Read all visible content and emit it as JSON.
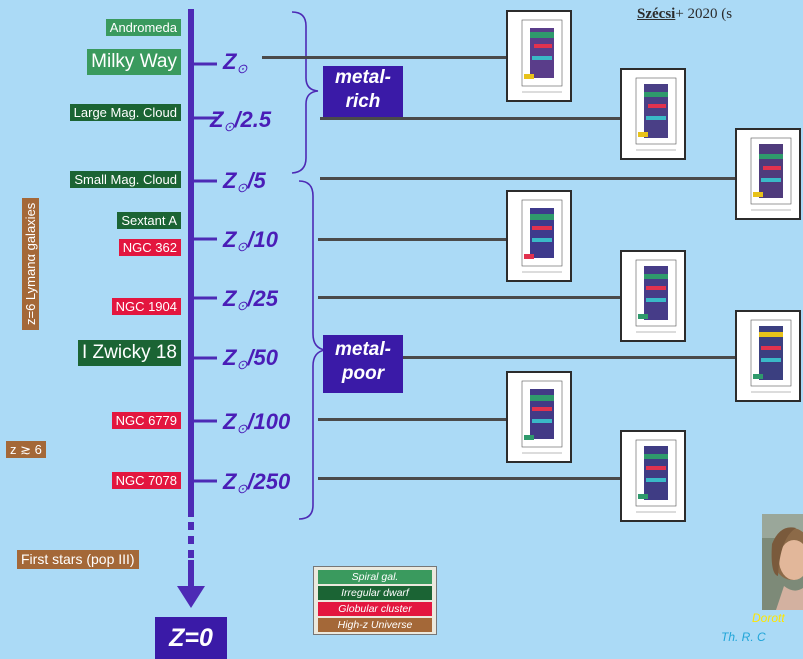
{
  "citation": {
    "author": "Szécsi",
    "rest": "+ 2020 (s"
  },
  "side_label": "z=6 Lymanα galaxies",
  "galaxies": [
    {
      "name": "Andromeda",
      "kind": "spiral"
    },
    {
      "name": "Milky Way",
      "kind": "spiral"
    },
    {
      "name": "Large Mag. Cloud",
      "kind": "dwarf"
    },
    {
      "name": "Small Mag. Cloud",
      "kind": "dwarf"
    },
    {
      "name": "Sextant A",
      "kind": "dwarf"
    },
    {
      "name": "NGC 362",
      "kind": "globular"
    },
    {
      "name": "NGC 1904",
      "kind": "globular"
    },
    {
      "name": "I Zwicky 18",
      "kind": "dwarf"
    },
    {
      "name": "NGC 6779",
      "kind": "globular"
    },
    {
      "name": "z ≳ 6",
      "kind": "highz"
    },
    {
      "name": "NGC 7078",
      "kind": "globular"
    },
    {
      "name": "First stars (pop III)",
      "kind": "highz"
    }
  ],
  "metallicities": [
    {
      "z": "Z",
      "sun": "⊙",
      "frac": ""
    },
    {
      "z": "Z",
      "sun": "⊙",
      "frac": "/2.5"
    },
    {
      "z": "Z",
      "sun": "⊙",
      "frac": "/5"
    },
    {
      "z": "Z",
      "sun": "⊙",
      "frac": "/10"
    },
    {
      "z": "Z",
      "sun": "⊙",
      "frac": "/25"
    },
    {
      "z": "Z",
      "sun": "⊙",
      "frac": "/50"
    },
    {
      "z": "Z",
      "sun": "⊙",
      "frac": "/100"
    },
    {
      "z": "Z",
      "sun": "⊙",
      "frac": "/250"
    }
  ],
  "groups": {
    "metal_rich": [
      "metal-",
      "rich"
    ],
    "metal_poor": [
      "metal-",
      "poor"
    ]
  },
  "zero_label": "Z=0",
  "legend": [
    "Spiral gal.",
    "Irregular dwarf",
    "Globular cluster",
    "High-z Universe"
  ],
  "credit": {
    "name": "Dorott",
    "affil": "Th. R. C"
  },
  "colors": {
    "background": "#abdaf6",
    "spiral": "#3a9a5e",
    "dwarf": "#1b6434",
    "globular": "#e3163f",
    "highz": "#a46838",
    "accent": "#3a1aa7",
    "axis": "#4d2ab5"
  }
}
